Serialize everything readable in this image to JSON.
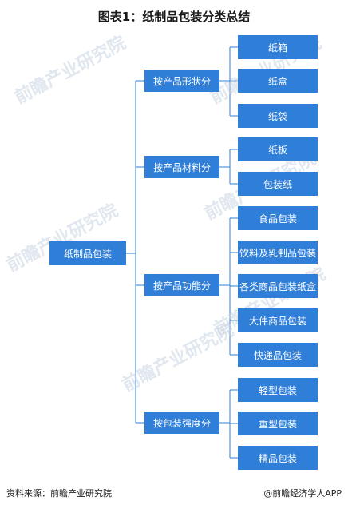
{
  "title": "图表1：纸制品包装分类总结",
  "root": "纸制品包装",
  "categories": [
    {
      "label": "按产品形状分",
      "items": [
        "纸箱",
        "纸盒",
        "纸袋"
      ]
    },
    {
      "label": "按产品材料分",
      "items": [
        "纸板",
        "包装纸"
      ]
    },
    {
      "label": "按产品功能分",
      "items": [
        "食品包装",
        "饮料及乳制品包装",
        "各类商品包装纸盒",
        "大件商品包装",
        "快递品包装"
      ]
    },
    {
      "label": "按包装强度分",
      "items": [
        "轻型包装",
        "重型包装",
        "精品包装"
      ]
    }
  ],
  "watermark": "前瞻产业研究院",
  "footer": {
    "source": "资料来源：前瞻产业研究院",
    "brand": "@前瞻经济学人APP"
  },
  "colors": {
    "box": "#2f7fd9",
    "line": "#2f7fd9"
  }
}
